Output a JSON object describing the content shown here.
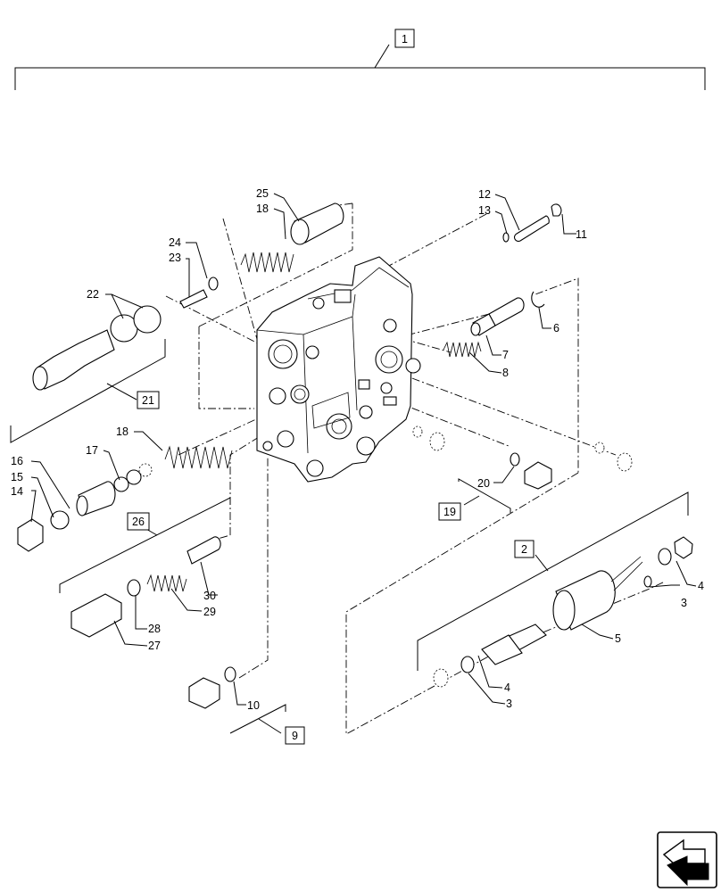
{
  "diagram": {
    "assembly_label": "1",
    "group_labels": {
      "g2": "2",
      "g9": "9",
      "g19": "19",
      "g21": "21",
      "g26": "26"
    },
    "callouts": {
      "c3a": "3",
      "c3b": "3",
      "c4a": "4",
      "c4b": "4",
      "c5": "5",
      "c6": "6",
      "c7": "7",
      "c8": "8",
      "c10": "10",
      "c11": "11",
      "c12": "12",
      "c13": "13",
      "c14": "14",
      "c15": "15",
      "c16": "16",
      "c17": "17",
      "c18a": "18",
      "c18b": "18",
      "c20": "20",
      "c22": "22",
      "c23": "23",
      "c24": "24",
      "c25": "25",
      "c27": "27",
      "c28": "28",
      "c29": "29",
      "c30": "30"
    },
    "nav_icon": "next-page-arrow-icon"
  }
}
